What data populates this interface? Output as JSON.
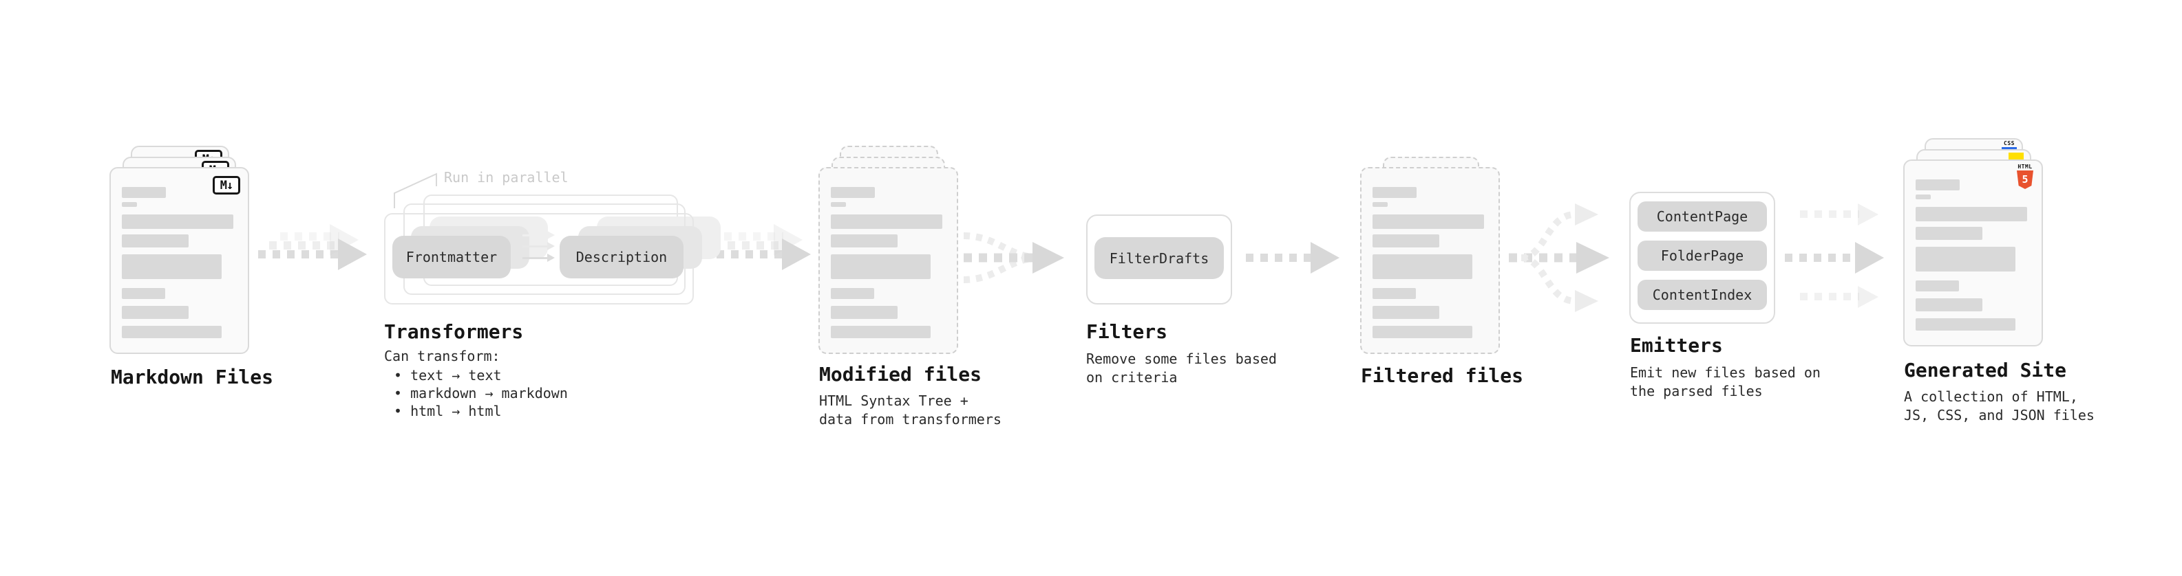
{
  "palette": {
    "html5_orange": "#e8522e",
    "js_yellow": "#ffdf00",
    "css_blue": "#2b6be8",
    "arrow_gray": "#d8d8d8",
    "placeholder_gray": "#d9d9d9"
  },
  "stages": {
    "markdown": {
      "label": "Markdown Files",
      "badge": "M↓"
    },
    "transformers": {
      "label": "Transformers",
      "annotation": "Run in parallel",
      "pill_left": "Frontmatter",
      "pill_right": "Description",
      "desc": "Can transform:",
      "bullets": [
        "• text → text",
        "• markdown → markdown",
        "• html → html"
      ]
    },
    "modified": {
      "label": "Modified files",
      "desc_lines": [
        "HTML Syntax Tree +",
        "data from transformers"
      ]
    },
    "filters": {
      "label": "Filters",
      "pill": "FilterDrafts",
      "desc_lines": [
        "Remove some files based",
        "on criteria"
      ]
    },
    "filtered": {
      "label": "Filtered files"
    },
    "emitters": {
      "label": "Emitters",
      "pills": [
        "ContentPage",
        "FolderPage",
        "ContentIndex"
      ],
      "desc_lines": [
        "Emit new files based on",
        "the parsed files"
      ]
    },
    "generated": {
      "label": "Generated Site",
      "badges": {
        "html_text": "HTML",
        "html_number": "5",
        "css": "CSS"
      },
      "desc_lines": [
        "A collection of HTML,",
        "JS, CSS, and JSON files"
      ]
    }
  }
}
